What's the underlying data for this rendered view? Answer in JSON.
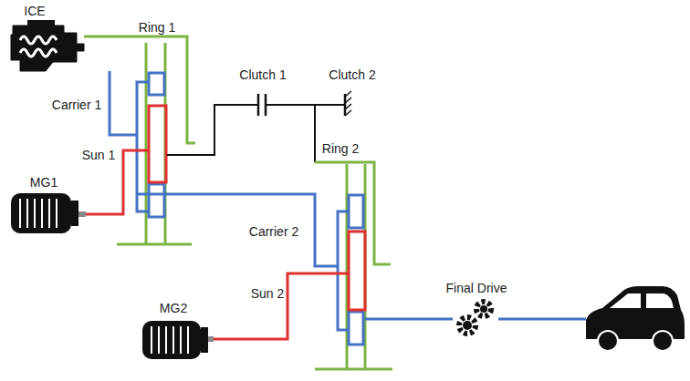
{
  "diagram": {
    "labels": [
      "ICE",
      "Ring 1",
      "Carrier 1",
      "Sun 1",
      "MG1",
      "Clutch 1",
      "Clutch 2",
      "Ring 2",
      "Carrier 2",
      "Sun 2",
      "MG2",
      "Final Drive"
    ]
  }
}
